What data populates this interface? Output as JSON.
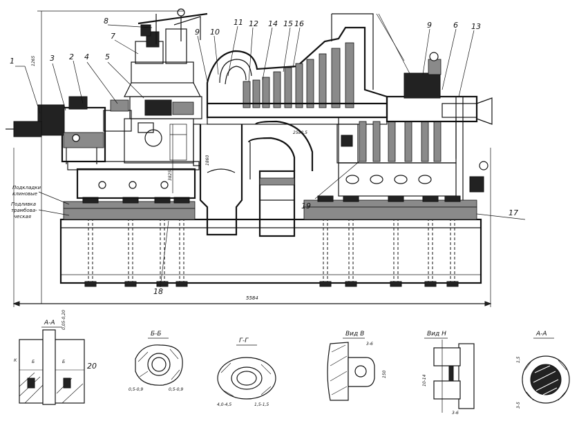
{
  "callouts": {
    "c1": "1",
    "c2": "2",
    "c3": "3",
    "c4": "4",
    "c5": "5",
    "c6": "6",
    "c7": "7",
    "c8": "8",
    "c9a": "9",
    "c9b": "9",
    "c10": "10",
    "c11": "11",
    "c12": "12",
    "c13": "13",
    "c14": "14",
    "c15": "15",
    "c16": "16",
    "c17": "17",
    "c18": "18",
    "c19": "19"
  },
  "notes": {
    "pads_line1": "Подкладки",
    "pads_line2": "клиновые",
    "fill_line1": "Подливка",
    "fill_line2": "трамбова-",
    "fill_line3": "ческая",
    "dim_total": "5584",
    "dim_height": "1265",
    "dim_elev": "2580,5",
    "dim_a": "1860",
    "dim_b": "3825"
  },
  "sections": {
    "aa1": "А-А",
    "bb": "Б-Б",
    "gg": "Г-Г",
    "vid_v": "Вид В",
    "vid_n": "Вид Н",
    "aa2": "А-А"
  },
  "section_dims": {
    "aa1_d": "0,05-0,20",
    "aa1_k": "К",
    "aa1_b1": "Б",
    "aa1_b2": "Б",
    "aa1_20": "20",
    "bb_l": "0,5-0,9",
    "bb_r": "0,5-0,9",
    "gg_l": "4,0-4,5",
    "gg_r": "1,5-1,5",
    "vv_top": "3-6",
    "vv_side": "150",
    "vn_side": "10-14",
    "vn_bot": "3-6",
    "aa2_top": "1,5",
    "aa2_bot": "3-5"
  }
}
